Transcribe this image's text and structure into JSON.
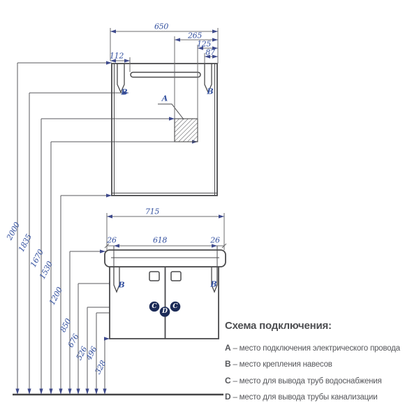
{
  "drawing": {
    "mirror_unit": {
      "dims": {
        "width": "650",
        "inset_265": "265",
        "inset_125": "125",
        "inset_87": "87",
        "inset_112": "112"
      },
      "labels": {
        "electric": "A",
        "hook_left": "B",
        "hook_right": "B"
      }
    },
    "vanity_unit": {
      "dims": {
        "width": "715",
        "offset_left": "26",
        "span_center": "618",
        "offset_right": "26"
      },
      "labels": {
        "hook_left": "B",
        "hook_right": "B",
        "water_left": "C",
        "water_right": "C",
        "drain": "D"
      }
    },
    "heights": [
      "2000",
      "1835",
      "1670",
      "1530",
      "1200",
      "850",
      "676",
      "526",
      "496",
      "328"
    ]
  },
  "legend": {
    "title": "Схема подключения:",
    "separator": "–",
    "items": [
      {
        "key": "A",
        "text": "место подключения электрического провода"
      },
      {
        "key": "B",
        "text": "место крепления навесов"
      },
      {
        "key": "C",
        "text": "место для вывода труб водоснабжения"
      },
      {
        "key": "D",
        "text": "место для вывода трубы канализации"
      }
    ]
  },
  "colors": {
    "line": "#4a4a4c",
    "dimension_text": "#33509f",
    "marker_fill": "#1c2b57",
    "legend_text": "#55565a"
  }
}
